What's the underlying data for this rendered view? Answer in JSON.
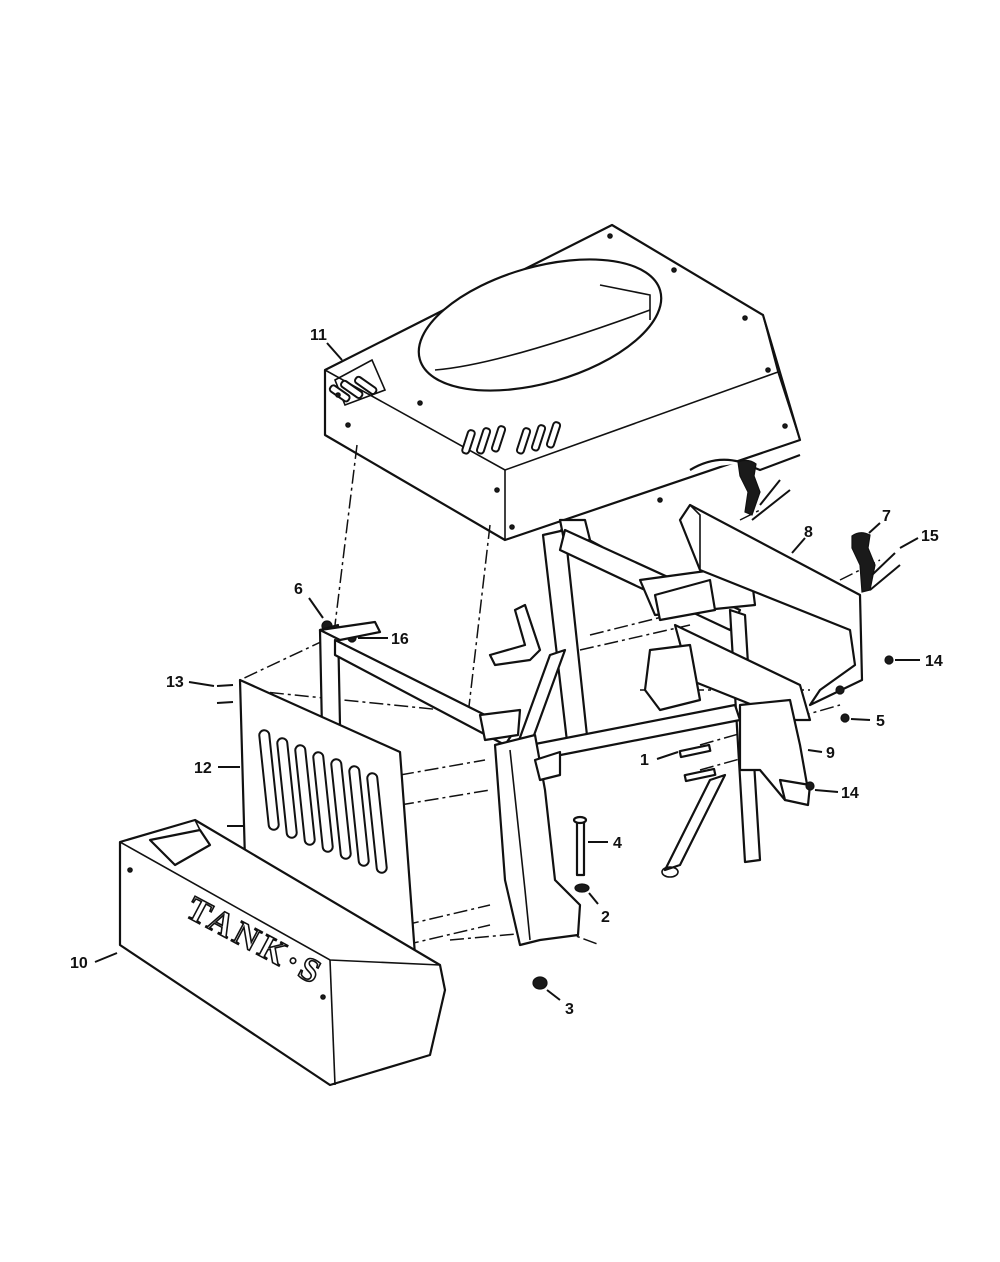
{
  "diagram": {
    "brand_text": "TANK·S",
    "callouts": [
      {
        "id": "c1",
        "text": "1"
      },
      {
        "id": "c2",
        "text": "2"
      },
      {
        "id": "c3",
        "text": "3"
      },
      {
        "id": "c4",
        "text": "4"
      },
      {
        "id": "c5",
        "text": "5"
      },
      {
        "id": "c6",
        "text": "6"
      },
      {
        "id": "c7",
        "text": "7"
      },
      {
        "id": "c8",
        "text": "8"
      },
      {
        "id": "c9",
        "text": "9"
      },
      {
        "id": "c10",
        "text": "10"
      },
      {
        "id": "c11",
        "text": "11"
      },
      {
        "id": "c12",
        "text": "12"
      },
      {
        "id": "c13",
        "text": "13"
      },
      {
        "id": "c14a",
        "text": "14"
      },
      {
        "id": "c14b",
        "text": "14"
      },
      {
        "id": "c15",
        "text": "15"
      },
      {
        "id": "c16",
        "text": "16"
      }
    ]
  }
}
